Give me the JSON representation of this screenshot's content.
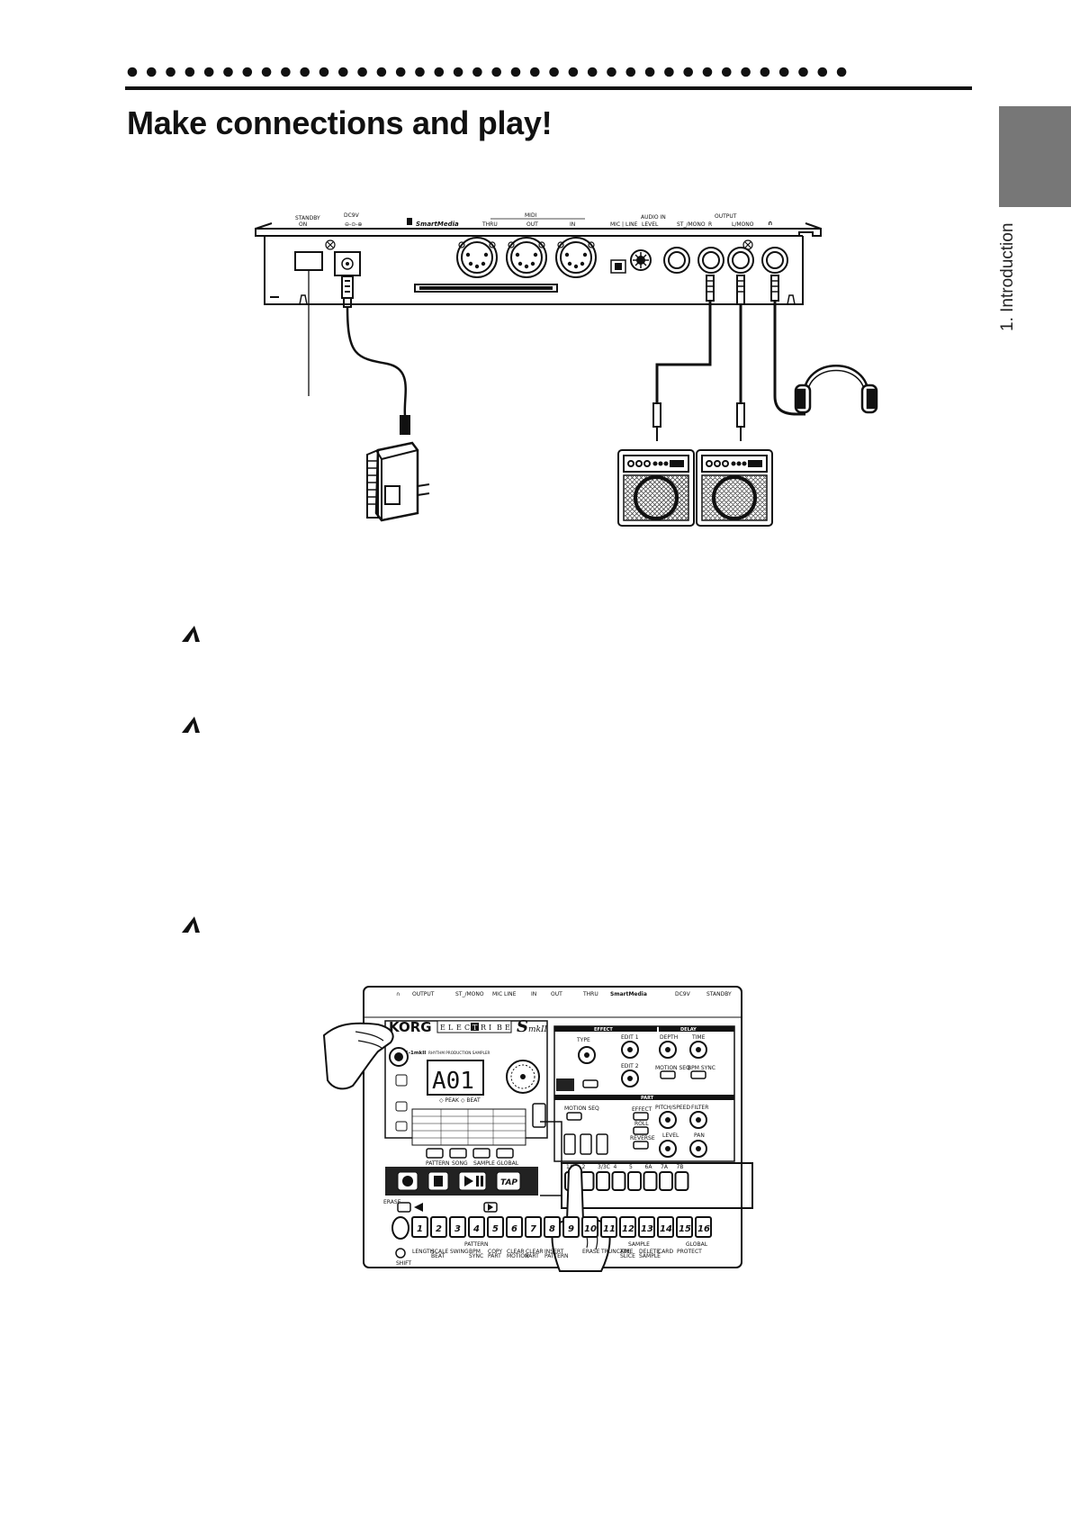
{
  "header": {
    "title": "Make connections and play!"
  },
  "side_tab": {
    "label": "1. Introduction"
  },
  "rear_panel": {
    "labels": {
      "standby": "STANDBY",
      "on": "ON",
      "dc": "DC9V",
      "smartmedia": "SmartMedia",
      "midi": "MIDI",
      "thru": "THRU",
      "out": "OUT",
      "in": "IN",
      "audio_in": "AUDIO IN",
      "mic_line": "MIC | LINE",
      "level": "LEVEL",
      "st_mono": "ST_/MONO",
      "output": "OUTPUT",
      "r": "R",
      "l_mono": "L/MONO"
    }
  },
  "front_panel": {
    "brand": "KORG",
    "product_letters": [
      "E",
      "L",
      "E",
      "C",
      "T",
      "R",
      "I",
      "B",
      "E"
    ],
    "model_mark": "S",
    "model_suffix": "mkII",
    "model_code": "ES-1mkII",
    "subtitle": "RHYTHM PRODUCTION SAMPLER",
    "display": "A01",
    "sections": {
      "effect": "EFFECT",
      "delay": "DELAY",
      "part": "PART"
    },
    "effect_labels": [
      "TYPE",
      "EDIT 1",
      "EDIT 2"
    ],
    "delay_labels": [
      "DEPTH",
      "TIME",
      "MOTION SEQ",
      "BPM SYNC"
    ],
    "part_labels": [
      "MOTION SEQ",
      "PITCH/SPEED",
      "FILTER",
      "LEVEL",
      "PAN",
      "EFFECT",
      "ROLL",
      "REVERSE"
    ],
    "transport_labels": [
      "PATTERN",
      "SONG",
      "SAMPLE",
      "GLOBAL"
    ],
    "tap_label": "TAP",
    "parts_top": [
      "1",
      "2",
      "3",
      "4",
      "5",
      "6A",
      "7A",
      "7B"
    ],
    "parts_top_labels": [
      "1/1C",
      "2",
      "3/3C",
      "4",
      "5",
      "6A",
      "7A",
      "7B"
    ],
    "step_keys": [
      "1",
      "2",
      "3",
      "4",
      "5",
      "6",
      "7",
      "8",
      "9",
      "10",
      "11",
      "12",
      "13",
      "14",
      "15",
      "16"
    ],
    "bottom_labels": [
      "LENGTH",
      "SCALE\nBEAT",
      "SWING",
      "BPM\nSYNC",
      "COPY\nPART",
      "CLEAR\nMOTION",
      "CLEAR\nPART",
      "INSERT\nPATTERN",
      "",
      "ERASE",
      "TRUNCATE",
      "TIME\nSLICE",
      "DELETE\nSAMPLE",
      "CARD",
      "PROTECT",
      ""
    ],
    "group_labels": [
      "PATTERN",
      "SAMPLE",
      "GLOBAL"
    ],
    "shift_label": "SHIFT"
  }
}
